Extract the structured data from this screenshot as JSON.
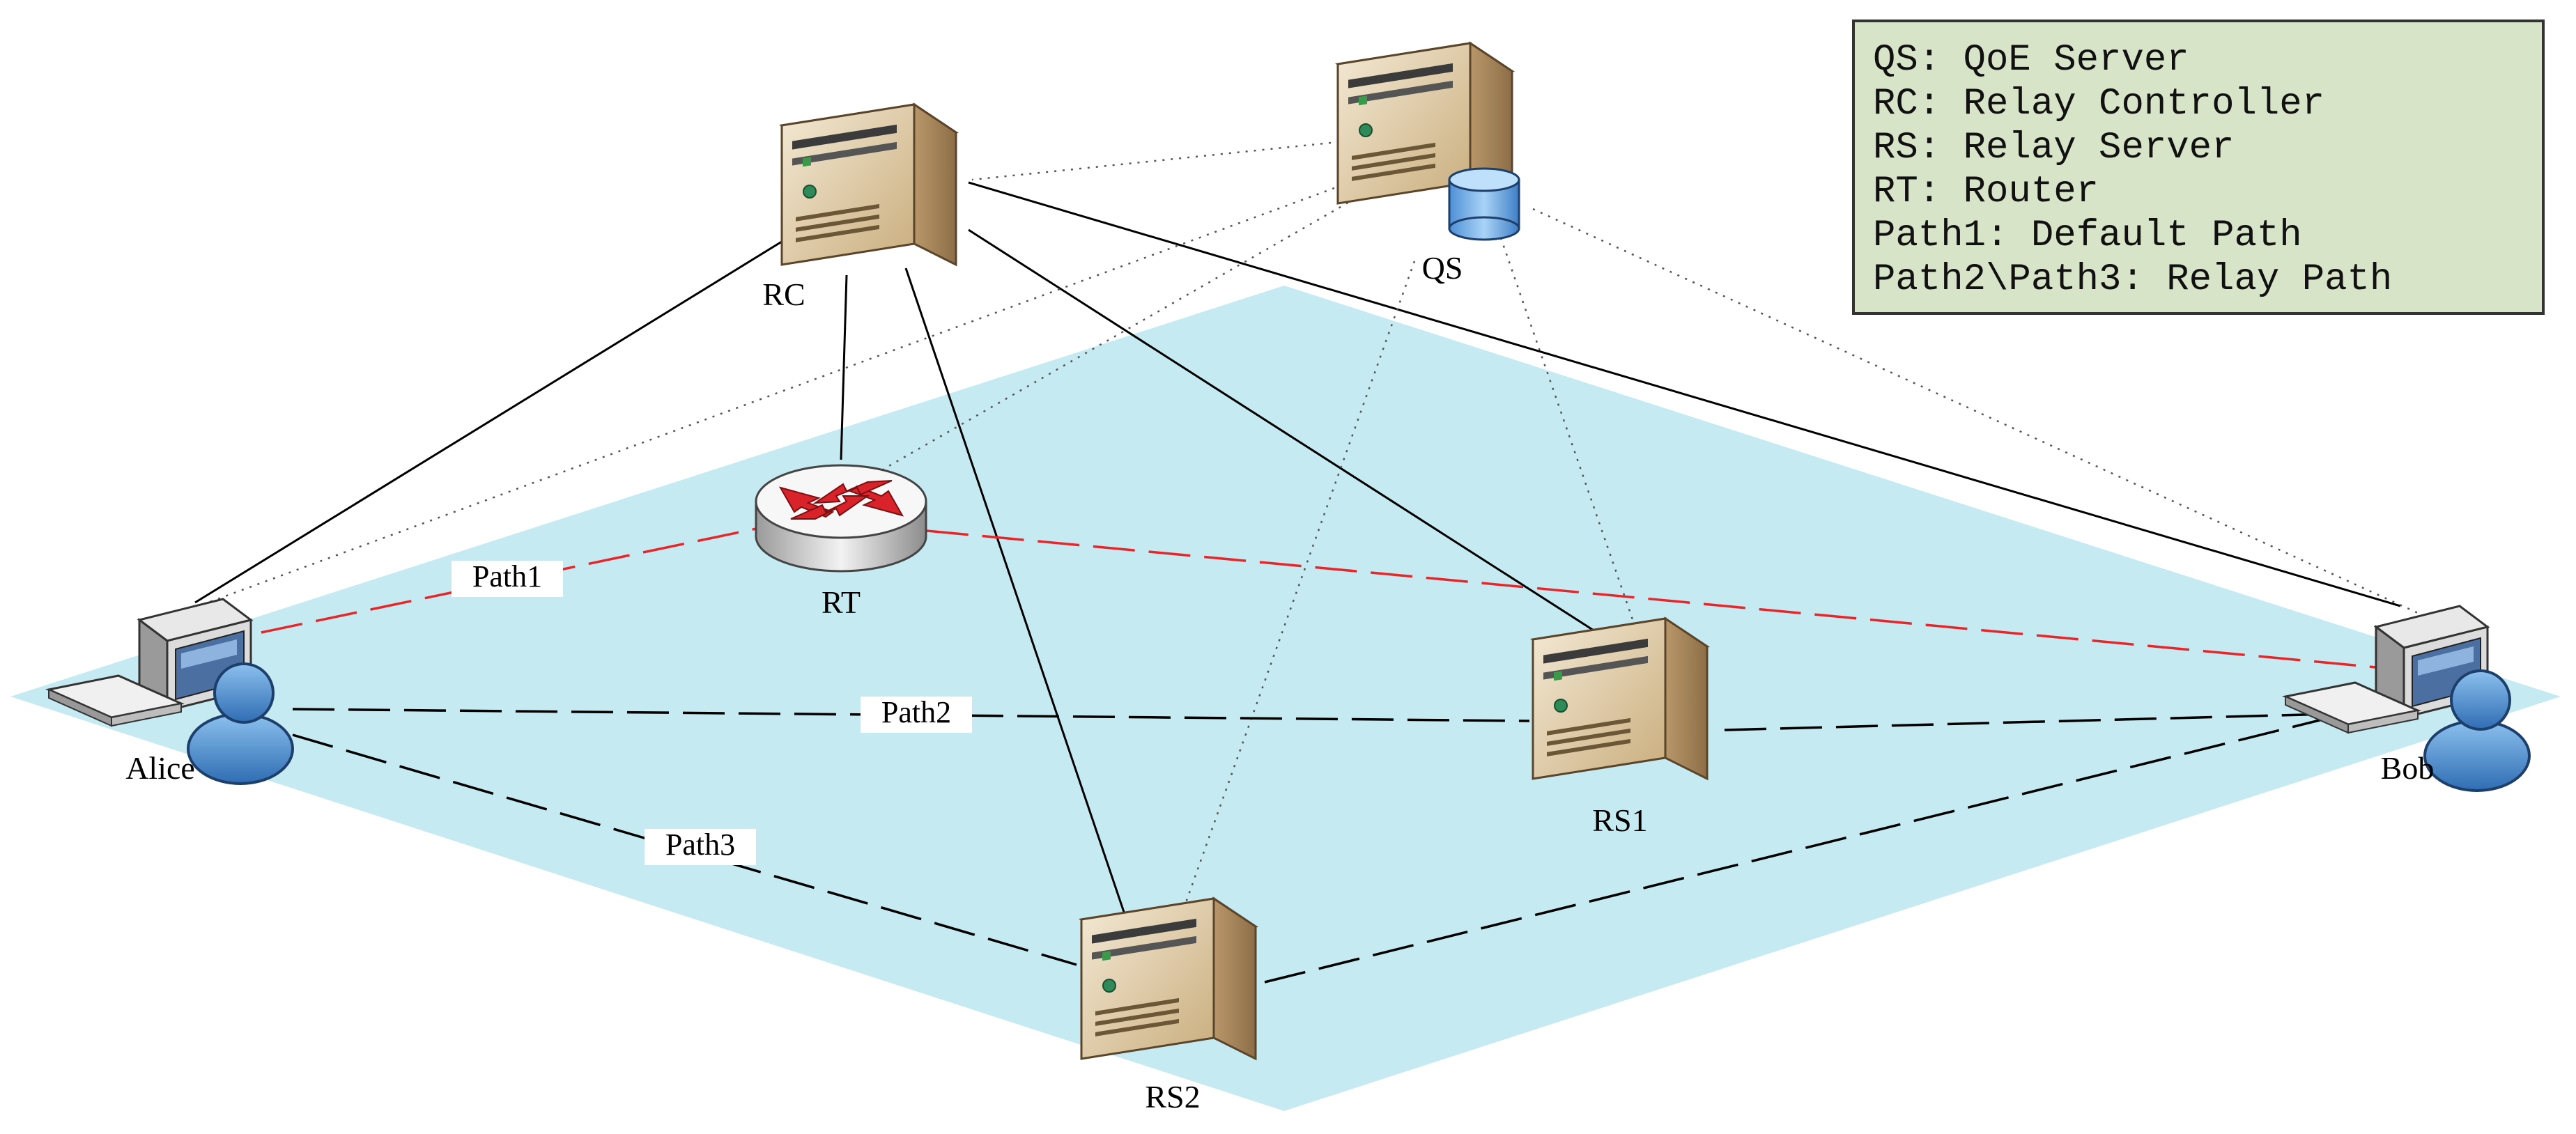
{
  "nodes": {
    "rc": "RC",
    "qs": "QS",
    "rt": "RT",
    "rs1": "RS1",
    "rs2": "RS2",
    "alice": "Alice",
    "bob": "Bob"
  },
  "paths": {
    "path1": "Path1",
    "path2": "Path2",
    "path3": "Path3"
  },
  "legend": [
    "QS: QoE Server",
    "RC: Relay Controller",
    "RS: Relay Server",
    "RT: Router",
    "Path1: Default Path",
    "Path2\\Path3: Relay Path"
  ],
  "colors": {
    "plane": "#c6eaf1",
    "legend_bg": "#d8e4c8",
    "default_path": "#e8262a",
    "server_body": "#dcc7a0",
    "user_icon": "#3f7fc6"
  },
  "icons": {
    "server": "server-tower-icon",
    "router": "router-icon",
    "database": "database-icon",
    "workstation": "workstation-user-icon"
  }
}
